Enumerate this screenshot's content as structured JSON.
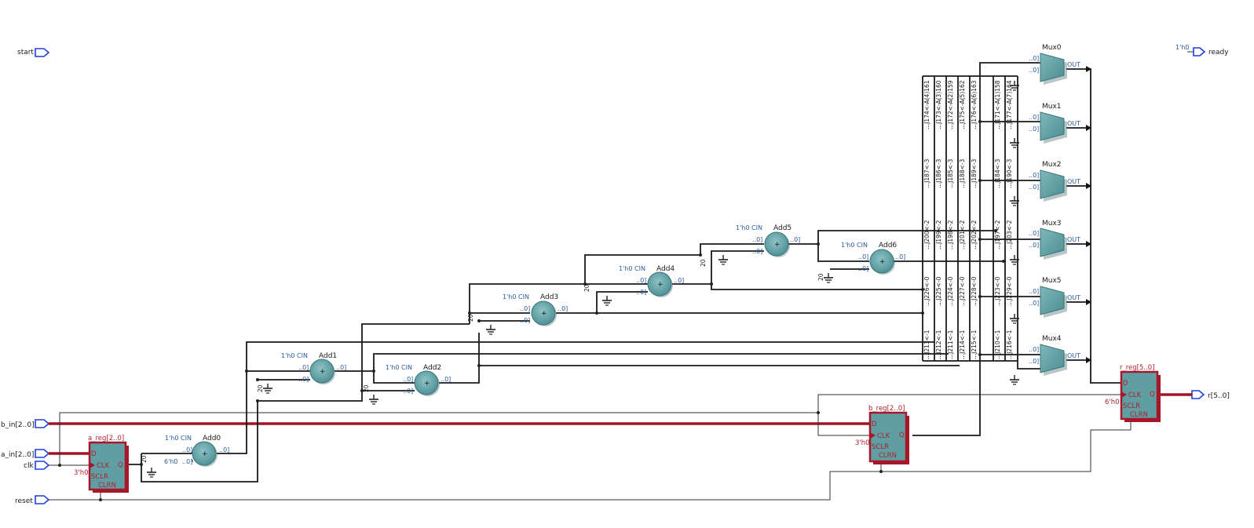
{
  "ports": {
    "inputs": [
      {
        "id": "start",
        "label": "start"
      },
      {
        "id": "b_in",
        "label": "b_in[2..0]"
      },
      {
        "id": "a_in",
        "label": "a_in[2..0]"
      },
      {
        "id": "clk",
        "label": "clk"
      },
      {
        "id": "reset",
        "label": "reset"
      }
    ],
    "outputs": [
      {
        "id": "ready",
        "label": "ready",
        "const": "1'h0"
      },
      {
        "id": "r",
        "label": "r[5..0]"
      }
    ]
  },
  "adders": [
    {
      "id": "Add0",
      "name": "Add0",
      "cin": "1'h0 CIN",
      "b_const": "6'h0"
    },
    {
      "id": "Add1",
      "name": "Add1",
      "cin": "1'h0 CIN"
    },
    {
      "id": "Add2",
      "name": "Add2",
      "cin": "1'h0 CIN"
    },
    {
      "id": "Add3",
      "name": "Add3",
      "cin": "1'h0 CIN"
    },
    {
      "id": "Add4",
      "name": "Add4",
      "cin": "1'h0 CIN"
    },
    {
      "id": "Add5",
      "name": "Add5",
      "cin": "1'h0 CIN"
    },
    {
      "id": "Add6",
      "name": "Add6",
      "cin": "1'h0 CIN"
    }
  ],
  "muxes": [
    {
      "id": "Mux0",
      "name": "Mux0",
      "out": "OUT"
    },
    {
      "id": "Mux1",
      "name": "Mux1",
      "out": "OUT"
    },
    {
      "id": "Mux2",
      "name": "Mux2",
      "out": "OUT"
    },
    {
      "id": "Mux3",
      "name": "Mux3",
      "out": "OUT"
    },
    {
      "id": "Mux5",
      "name": "Mux5",
      "out": "OUT"
    },
    {
      "id": "Mux4",
      "name": "Mux4",
      "out": "OUT"
    }
  ],
  "registers": [
    {
      "id": "a_reg",
      "name": "a_reg[2..0]",
      "sclr_const": "3'h0"
    },
    {
      "id": "b_reg",
      "name": "b_reg[2..0]",
      "sclr_const": "3'h0"
    },
    {
      "id": "r_reg",
      "name": "r_reg[5..0]",
      "sclr_const": "6'h0"
    }
  ],
  "reg_pins": {
    "d": "D",
    "clk": "CLK",
    "sclr": "SCLR",
    "clrn": "CLRN",
    "q": "Q"
  },
  "adder_pins": {
    "in": "..0]",
    "out": "..0]",
    "plus": "+",
    "msb": "20"
  },
  "mux_pins": {
    "in": "..0]"
  },
  "net_labels": {
    "group_a": [
      "...J174<-A(4)161",
      "...J173<-A(3)160",
      "...J172<-A(2)159",
      "...J175<-A(5)162",
      "...J176<-A(6)163",
      "...J171<-A(1)158",
      "...J177<-A(7)164"
    ],
    "group_b": [
      "...J187<-3",
      "...J186<-3",
      "...J185<-3",
      "...J188<-3",
      "...J189<-3",
      "...J184<-3",
      "...J190<-3"
    ],
    "group_c": [
      "...J200<-2",
      "...J199<-2",
      "...J198<-2",
      "...J201<-2",
      "...J202<-2",
      "...J197<-2",
      "...J203<-2"
    ],
    "group_d": [
      "...J226<-0",
      "...J225<-0",
      "...J224<-0",
      "...J227<-0",
      "...J228<-0",
      "...J223<-0",
      "...J229<-0"
    ],
    "group_e": [
      "...J213<-1",
      "...J212<-1",
      "...J211<-1",
      "...J214<-1",
      "...J215<-1",
      "...J210<-1",
      "...J216<-1"
    ]
  }
}
